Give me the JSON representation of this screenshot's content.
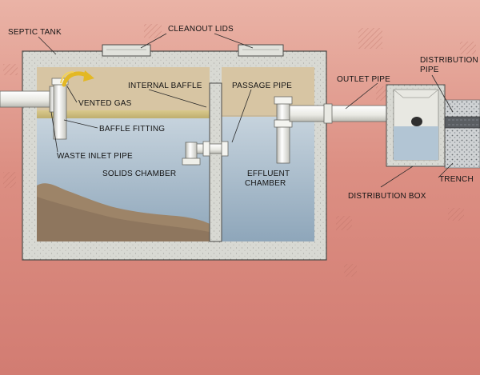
{
  "labels": {
    "septic_tank": "SEPTIC TANK",
    "cleanout_lids": "CLEANOUT LIDS",
    "internal_baffle": "INTERNAL BAFFLE",
    "passage_pipe": "PASSAGE PIPE",
    "outlet_pipe": "OUTLET PIPE",
    "distribution_pipe_line1": "DISTRIBUTION",
    "distribution_pipe_line2": "PIPE",
    "vented_gas": "VENTED GAS",
    "baffle_fitting": "BAFFLE FITTING",
    "waste_inlet_pipe": "WASTE INLET PIPE",
    "solids_chamber": "SOLIDS CHAMBER",
    "effluent_chamber_line1": "EFFLUENT",
    "effluent_chamber_line2": "CHAMBER",
    "distribution_box": "DISTRIBUTION BOX",
    "trench": "TRENCH"
  },
  "colors": {
    "soil": "#d98d80",
    "concrete": "#d9dad4",
    "water": "#a9bfd0",
    "sludge": "#9a8064",
    "pipe": "#f2f2ee"
  }
}
